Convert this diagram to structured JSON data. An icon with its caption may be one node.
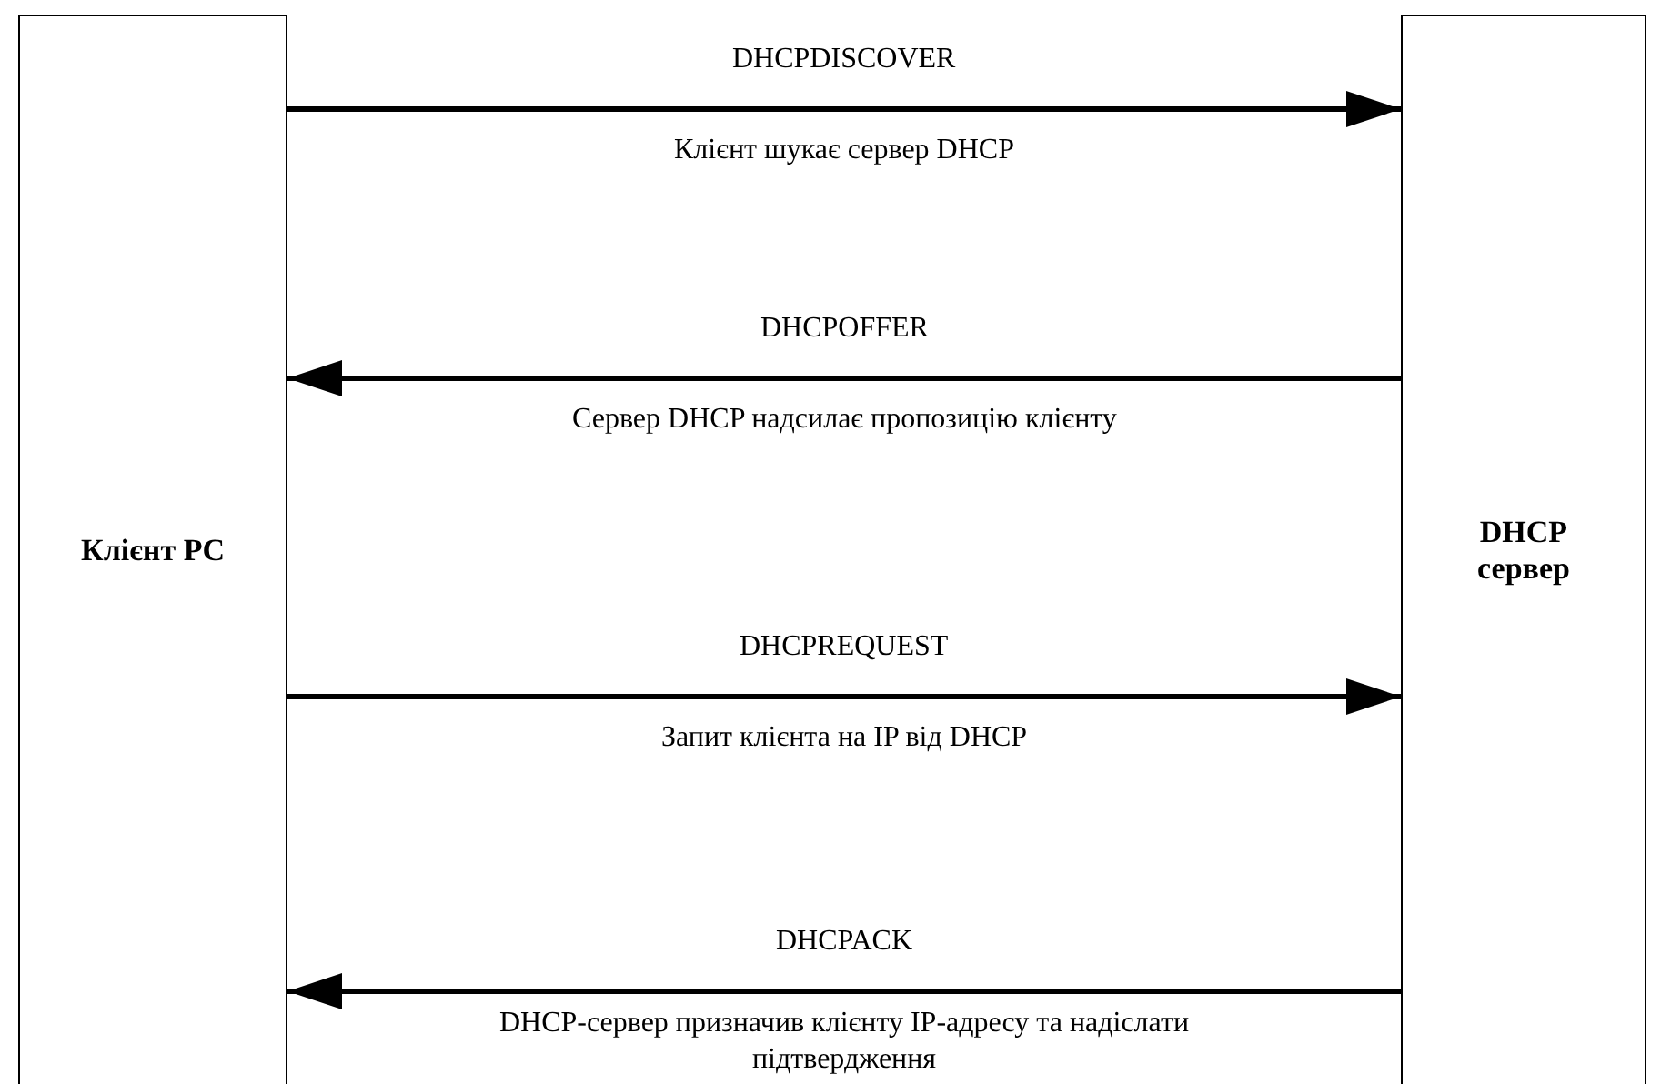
{
  "diagram": {
    "nodes": [
      {
        "text": [
          "Клієнт PC"
        ]
      },
      {
        "text": [
          "DHCP сервер"
        ]
      }
    ],
    "edges": [
      {
        "from": 0,
        "to": 1,
        "arrow": "to",
        "label": "DHCPDISCOVER"
      },
      {
        "from": 1,
        "to": 0,
        "arrow": "to",
        "label": "DHCPOFFER"
      },
      {
        "from": 0,
        "to": 1,
        "arrow": "to",
        "label": "DHCPREQUEST"
      },
      {
        "from": 1,
        "to": 0,
        "arrow": "to",
        "label": "DHCPACK"
      }
    ],
    "labels": [
      "Клієнт шукає сервер DHCP",
      "Сервер DHCP надсилає пропозицію клієнту",
      "Запит клієнта на IP від DHCP",
      "DHCP-сервер призначив клієнту IP-адресу та надіслати підтвердження"
    ]
  }
}
